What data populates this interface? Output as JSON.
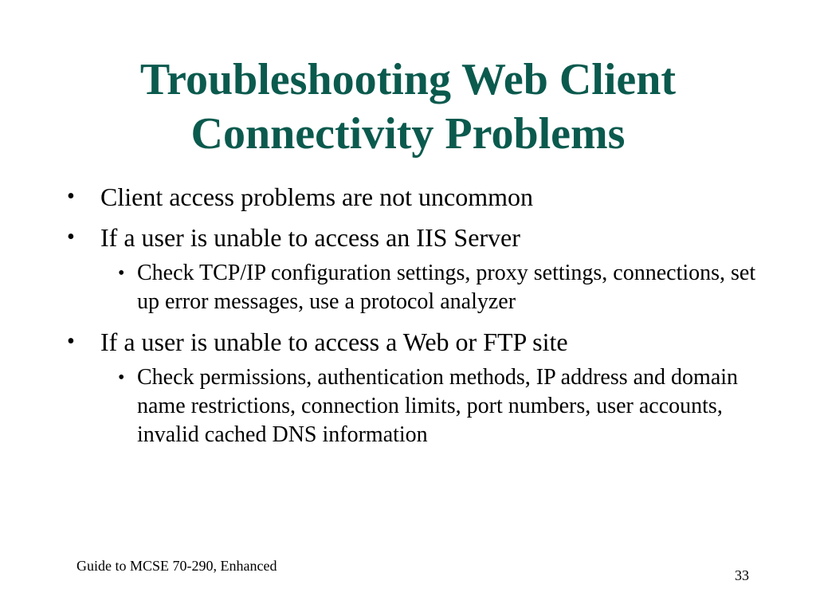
{
  "slide": {
    "title_line1": "Troubleshooting Web Client",
    "title_line2": "Connectivity Problems",
    "bullet_glyph": "•",
    "bullets": [
      {
        "text": "Client access problems are not uncommon"
      },
      {
        "text": "If a user is unable to access an IIS Server",
        "sub": [
          "Check TCP/IP configuration settings, proxy settings, connections, set up error messages, use a protocol analyzer"
        ]
      },
      {
        "text": "If a user is unable to access a Web or FTP site",
        "sub": [
          "Check permissions, authentication methods, IP address and domain name restrictions, connection limits, port numbers, user accounts, invalid cached DNS information"
        ]
      }
    ],
    "footer_text": "Guide to MCSE 70-290, Enhanced",
    "page_number": "33"
  },
  "colors": {
    "title": "#0b5a4e",
    "body": "#000000",
    "background": "#ffffff"
  }
}
